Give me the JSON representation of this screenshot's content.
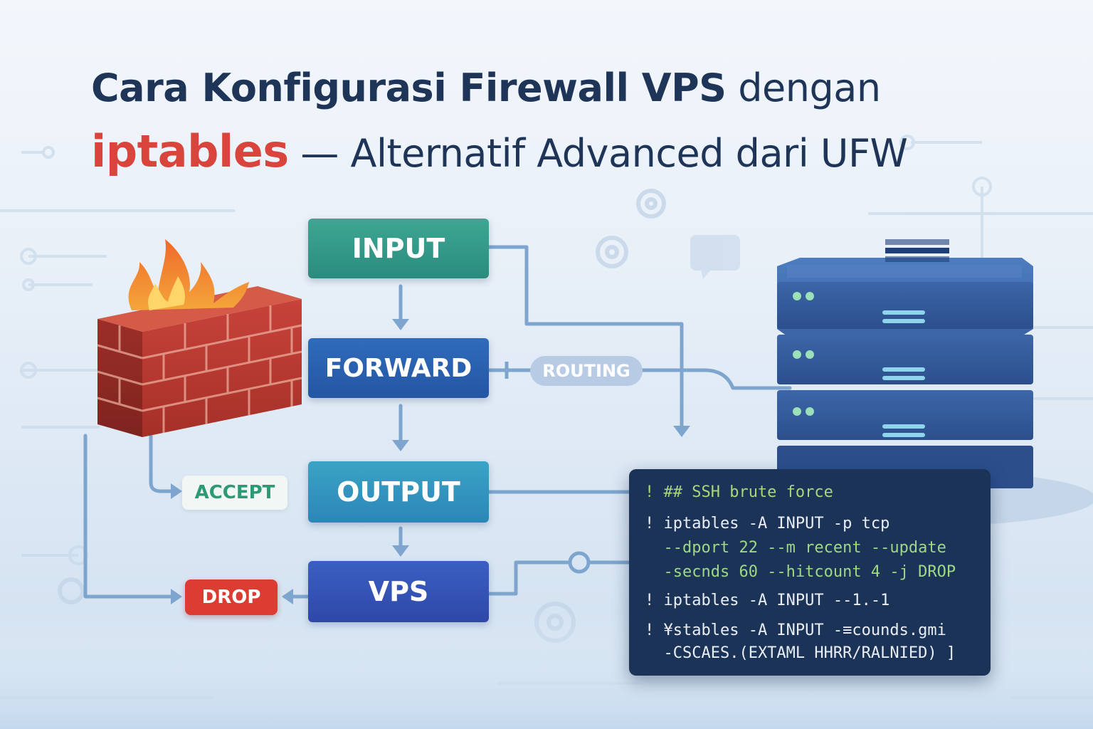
{
  "title": {
    "line1_bold": "Cara Konfigurasi Firewall VPS",
    "line1_rest": " dengan",
    "line2_accent": "iptables",
    "line2_rest": " — Alternatif Advanced dari UFW"
  },
  "chains": {
    "input": "INPUT",
    "forward": "FORWARD",
    "output": "OUTPUT",
    "vps": "VPS"
  },
  "labels": {
    "routing": "ROUTING",
    "accept": "ACCEPT",
    "drop": "DROP"
  },
  "terminal": {
    "lines": [
      "! ## SSH brute force",
      "! iptables -A INPUT -p tcp",
      "  --dport 22 --m recent --update",
      "  -secnds 60 --hitcount 4 -j DROP",
      "! iptables -A INPUT --1.-1",
      "! ¥stables -A INPUT -≡counds.gmi",
      "  -CSCAES.(EXTAML HHRR/RALNIED) ]"
    ]
  },
  "icons": [
    "firewall-icon",
    "fire-icon",
    "server-icon"
  ],
  "colors": {
    "title": "#1f3558",
    "accent_red": "#d9443c",
    "input": "#2f9a88",
    "forward": "#2a60b0",
    "output": "#3094bf",
    "vps": "#3452b4",
    "accept": "#2e9a74",
    "drop": "#dd3c32",
    "terminal_bg": "#1c3358"
  }
}
